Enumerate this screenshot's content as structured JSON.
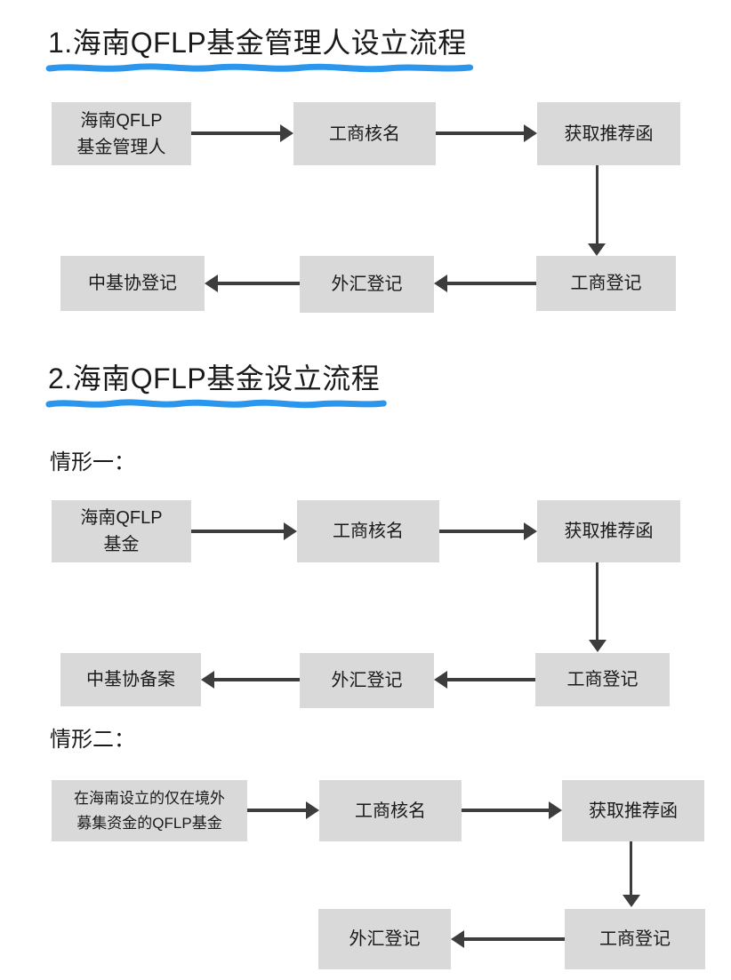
{
  "colors": {
    "box_fill": "#d9d9d9",
    "arrow": "#3d3d3d",
    "underline_blue": "#2b96ee",
    "text": "#1a1a1a",
    "background": "#ffffff"
  },
  "section1": {
    "title": "1.海南QFLP基金管理人设立流程",
    "boxes": {
      "manager": "海南QFLP\n基金管理人",
      "name_check": "工商核名",
      "recommendation": "获取推荐函",
      "business_reg": "工商登记",
      "forex_reg": "外汇登记",
      "amac_reg": "中基协登记"
    }
  },
  "section2": {
    "title": "2.海南QFLP基金设立流程",
    "case1": {
      "label": "情形一：",
      "boxes": {
        "fund": "海南QFLP\n基金",
        "name_check": "工商核名",
        "recommendation": "获取推荐函",
        "business_reg": "工商登记",
        "forex_reg": "外汇登记",
        "amac_filing": "中基协备案"
      }
    },
    "case2": {
      "label": "情形二：",
      "boxes": {
        "fund": "在海南设立的仅在境外\n募集资金的QFLP基金",
        "name_check": "工商核名",
        "recommendation": "获取推荐函",
        "business_reg": "工商登记",
        "forex_reg": "外汇登记"
      }
    }
  }
}
